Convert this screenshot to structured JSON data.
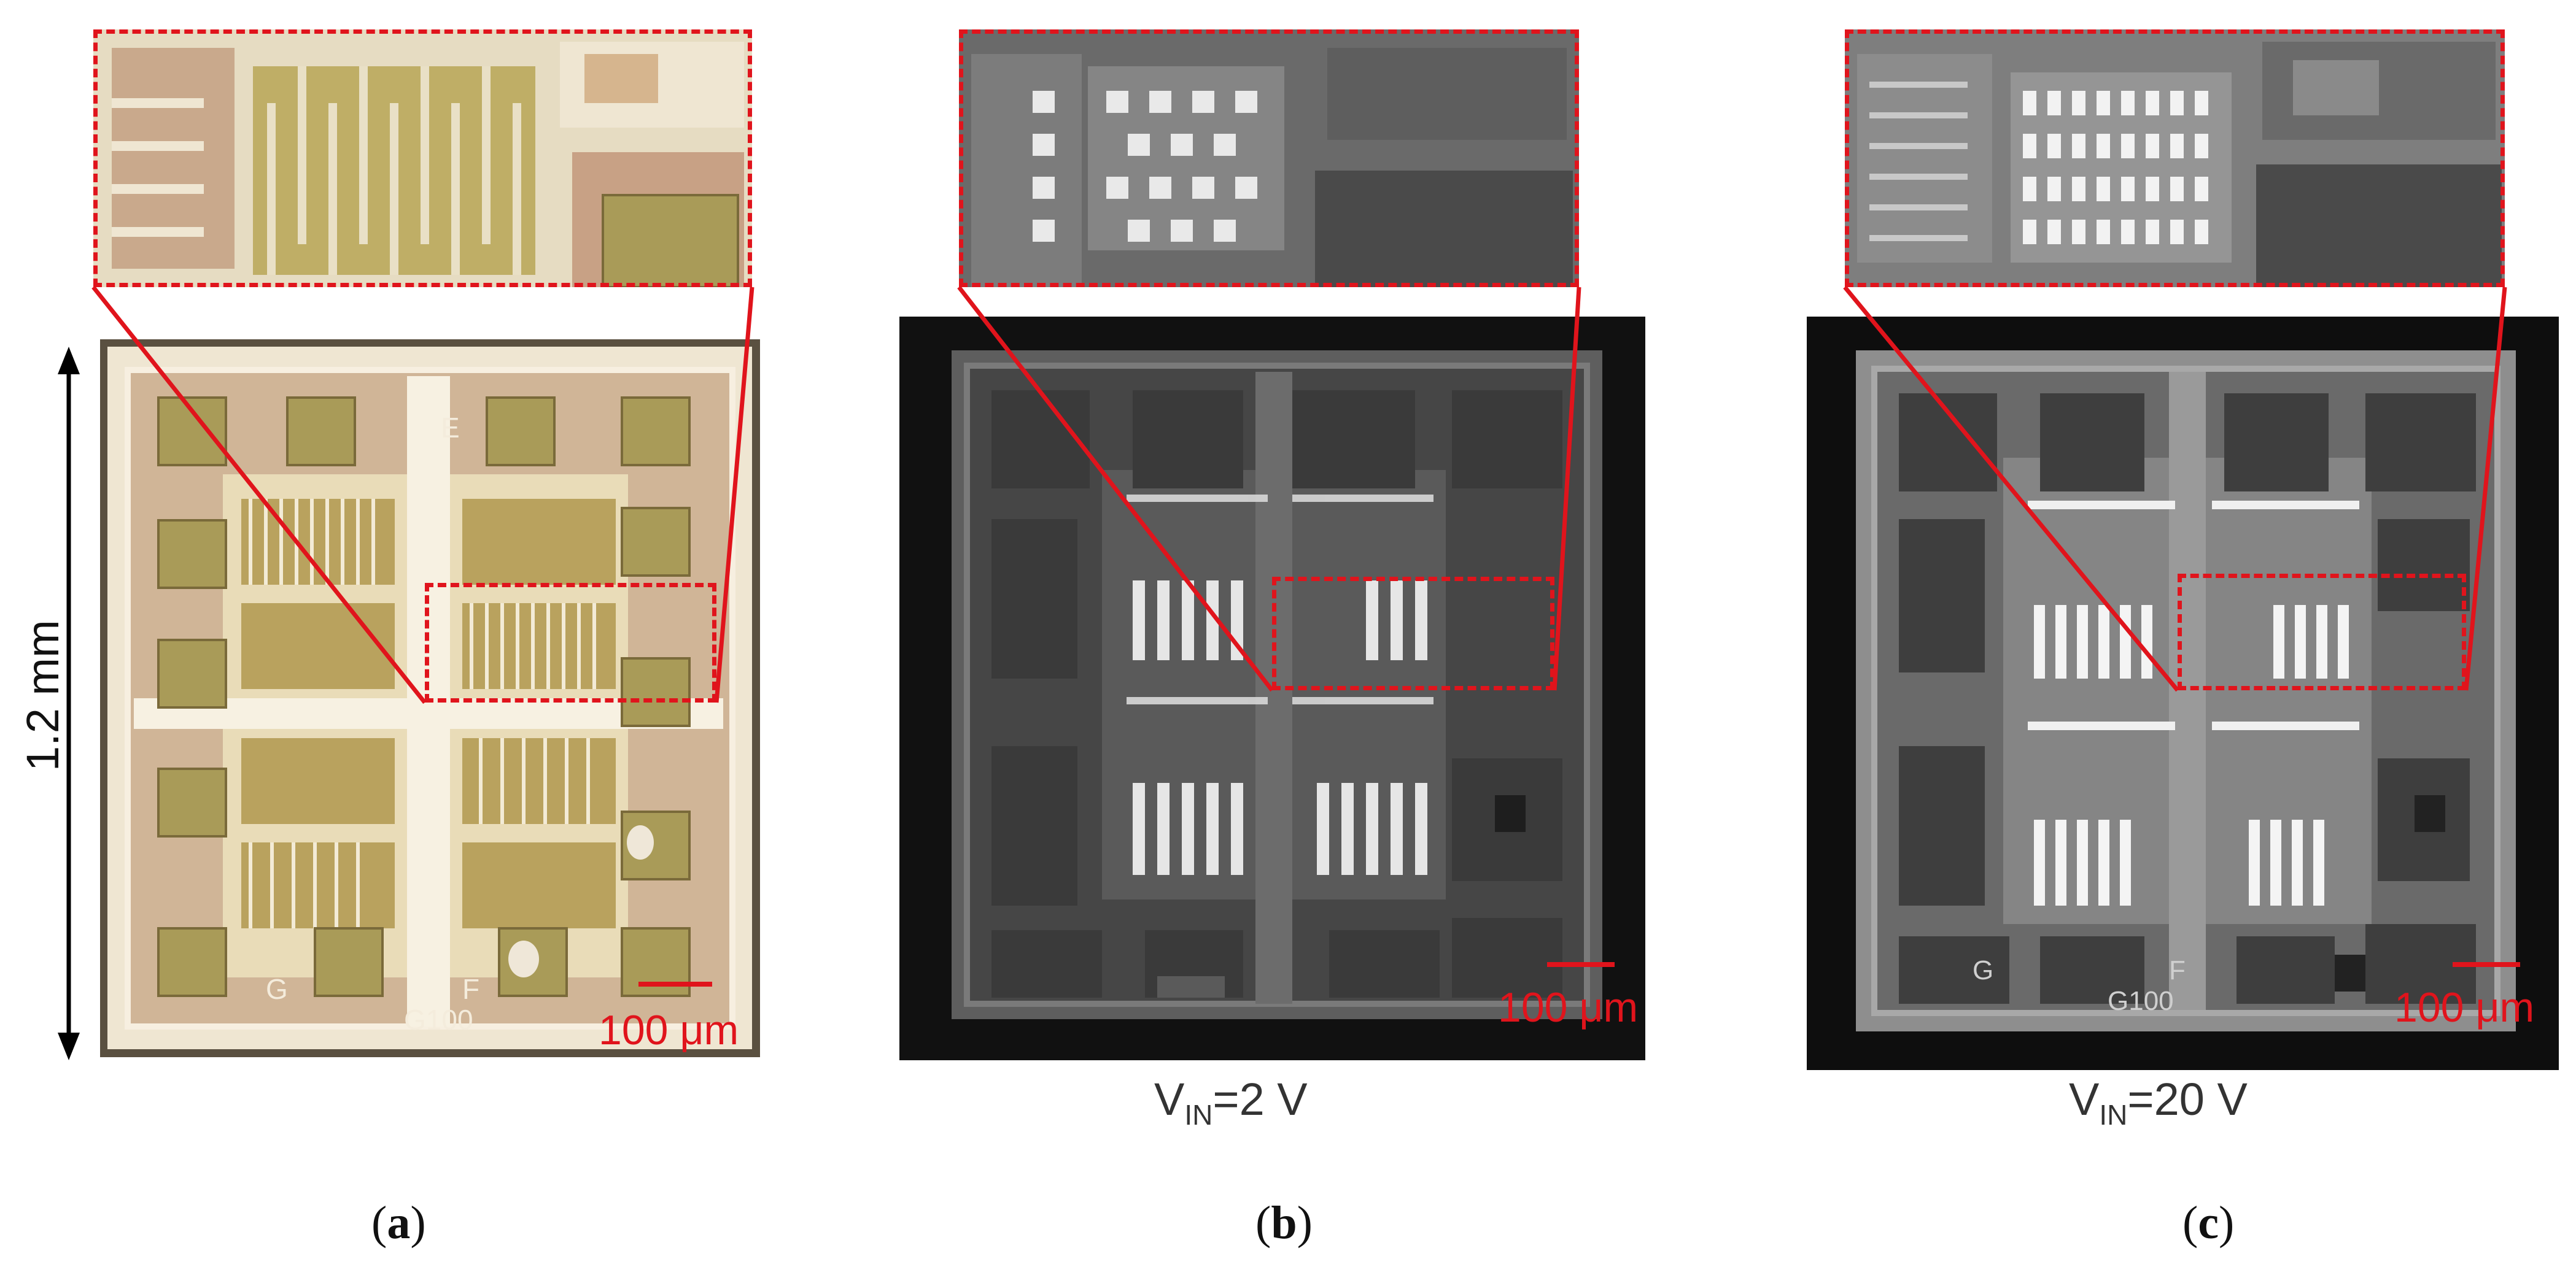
{
  "figure": {
    "dimension_label": "1.2 mm",
    "panels": [
      {
        "id": "a",
        "letter": "a",
        "scale_label": "100 μm",
        "caption_main": "",
        "caption_sub": "",
        "caption_rest": ""
      },
      {
        "id": "b",
        "letter": "b",
        "scale_label": "100 μm",
        "caption_main": "V",
        "caption_sub": "IN",
        "caption_rest": "=2 V"
      },
      {
        "id": "c",
        "letter": "c",
        "scale_label": "100 μm",
        "caption_main": "V",
        "caption_sub": "IN",
        "caption_rest": "=20 V"
      }
    ],
    "die_markings": {
      "pad_g": "G",
      "pad_f": "F",
      "part": "G100",
      "pad_e": "E"
    }
  },
  "colors": {
    "accent_red": "#e0141c",
    "optical_metal": "#c4a98a",
    "optical_pad": "#a99b58",
    "sem_background": "#111111",
    "sem_metal": "#8a8a8a"
  }
}
